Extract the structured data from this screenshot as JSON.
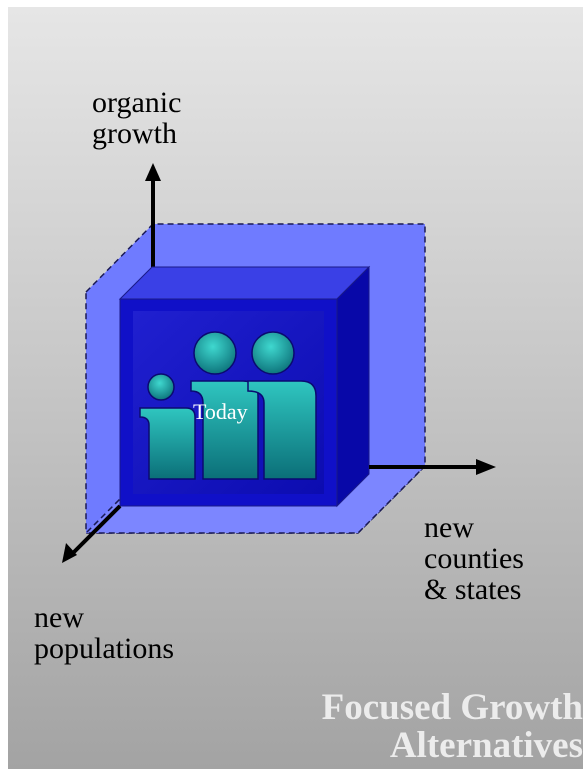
{
  "axes": {
    "vertical": "organic\ngrowth",
    "horizontal": "new\ncounties\n& states",
    "depth": "new\npopulations"
  },
  "cube": {
    "label": "Today",
    "figure_icon": "three-people-icon"
  },
  "title": {
    "line1": "Focused Growth",
    "line2": "Alternatives"
  },
  "colors": {
    "plane_fill": "#6f7bff",
    "cube_front": "#1010c8",
    "cube_top": "#3a40e6",
    "cube_side": "#0808a8",
    "figure_teal": "#1fa3a0",
    "title_text": "#ececec"
  }
}
